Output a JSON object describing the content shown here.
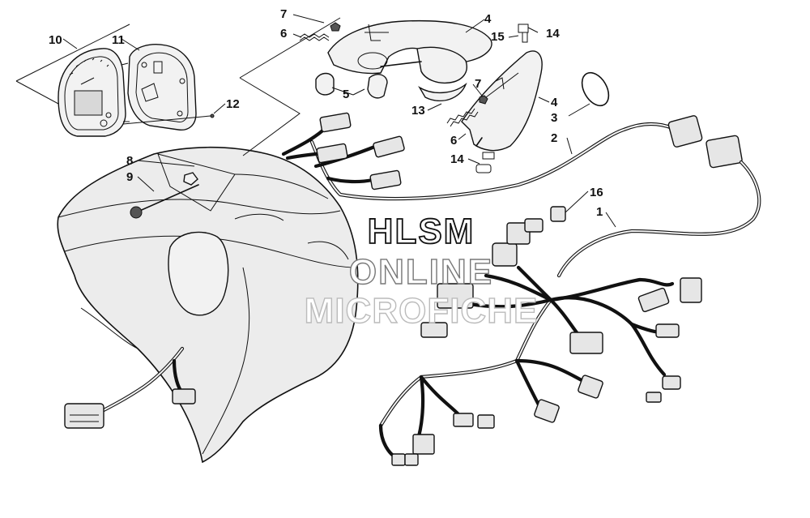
{
  "diagram": {
    "callouts": [
      {
        "id": "c-10",
        "label": "10"
      },
      {
        "id": "c-11",
        "label": "11"
      },
      {
        "id": "c-12",
        "label": "12"
      },
      {
        "id": "c-7a",
        "label": "7"
      },
      {
        "id": "c-6a",
        "label": "6"
      },
      {
        "id": "c-4a",
        "label": "4"
      },
      {
        "id": "c-15",
        "label": "15"
      },
      {
        "id": "c-14a",
        "label": "14"
      },
      {
        "id": "c-5",
        "label": "5"
      },
      {
        "id": "c-7b",
        "label": "7"
      },
      {
        "id": "c-13",
        "label": "13"
      },
      {
        "id": "c-4b",
        "label": "4"
      },
      {
        "id": "c-3",
        "label": "3"
      },
      {
        "id": "c-2",
        "label": "2"
      },
      {
        "id": "c-6b",
        "label": "6"
      },
      {
        "id": "c-14b",
        "label": "14"
      },
      {
        "id": "c-8",
        "label": "8"
      },
      {
        "id": "c-9",
        "label": "9"
      },
      {
        "id": "c-16",
        "label": "16"
      },
      {
        "id": "c-1",
        "label": "1"
      }
    ]
  },
  "watermark": {
    "line1": "HLSM",
    "line2": "ONLINE",
    "line3": "MICROFICHE"
  }
}
